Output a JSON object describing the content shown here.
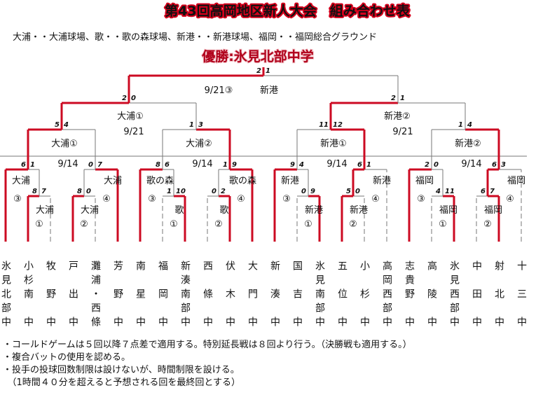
{
  "title": "第43回高岡地区新人大会　組み合わせ表",
  "venue_legend": "大浦・・大浦球場、歌・・歌の森球場、新港・・新港球場、福岡・・福岡総合グラウンド",
  "champion": "優勝:氷見北部中学",
  "colors": {
    "winner": "#cc0a22",
    "line": "#777777"
  },
  "teams": [
    "氷見北部中",
    "小杉南　中",
    "牧　野　中",
    "戸　出　中",
    "灘浦・西條",
    "芳　野　中",
    "南　星　中",
    "福　岡　中",
    "新湊南部中",
    "西　條　中",
    "伏　木　中",
    "大　門　中",
    "新　湊　中",
    "国　吉　中",
    "氷見南部中",
    "五　位　中",
    "小　杉　中",
    "高岡西部中",
    "志貴野　中",
    "高　陵　中",
    "氷見西部中",
    "中　田　中",
    "射　北　中",
    "十　三　中"
  ],
  "groups": [
    {
      "date": "9/14",
      "qf": {
        "label": "大浦①",
        "scores": [
          "5",
          "4"
        ]
      },
      "r2a": {
        "label": "大浦",
        "num": "③",
        "scores": [
          "6",
          "1"
        ]
      },
      "r2b": {
        "label": "大浦",
        "num": "④",
        "scores": [
          "0",
          "7"
        ]
      },
      "r1a": {
        "label": "大浦",
        "num": "①",
        "scores": [
          "8",
          "7"
        ]
      },
      "r1b": {
        "label": "大浦",
        "num": "②",
        "scores": [
          "8",
          "0"
        ]
      }
    },
    {
      "date": "9/14",
      "qf": {
        "label": "大浦②",
        "scores": [
          "1",
          "3"
        ]
      },
      "r2a": {
        "label": "歌の森",
        "num": "③",
        "scores": [
          "8",
          "6"
        ]
      },
      "r2b": {
        "label": "歌の森",
        "num": "④",
        "scores": [
          "1",
          "9"
        ]
      },
      "r1a": {
        "label": "歌",
        "num": "①",
        "scores": [
          "1",
          "10"
        ]
      },
      "r1b": {
        "label": "歌",
        "num": "②",
        "scores": [
          "0",
          "2"
        ]
      }
    },
    {
      "date": "9/14",
      "qf": {
        "label": "新港①",
        "scores": [
          "11",
          "12"
        ]
      },
      "r2a": {
        "label": "新港",
        "num": "③",
        "scores": [
          "9",
          "4"
        ]
      },
      "r2b": {
        "label": "新港",
        "num": "④",
        "scores": [
          "6",
          "1"
        ]
      },
      "r1a": {
        "label": "新港",
        "num": "①",
        "scores": [
          "0",
          "9"
        ]
      },
      "r1b": {
        "label": "新港",
        "num": "②",
        "scores": [
          "5",
          "0"
        ]
      }
    },
    {
      "date": "9/14",
      "qf": {
        "label": "新港②",
        "scores": [
          "1",
          "4"
        ]
      },
      "r2a": {
        "label": "福岡",
        "num": "③",
        "scores": [
          "2",
          "0"
        ]
      },
      "r2b": {
        "label": "福岡",
        "num": "④",
        "scores": [
          "6",
          "3"
        ]
      },
      "r1a": {
        "label": "福岡",
        "num": "①",
        "scores": [
          "4",
          "11"
        ]
      },
      "r1b": {
        "label": "福岡",
        "num": "②",
        "scores": [
          "6",
          "7"
        ]
      }
    }
  ],
  "semis": [
    {
      "label": "大浦①",
      "date": "9/21",
      "scores": [
        "2",
        "0"
      ]
    },
    {
      "label": "新港②",
      "date": "9/21",
      "scores": [
        "2",
        "1"
      ]
    }
  ],
  "final": {
    "date": "9/21③",
    "venue": "新港",
    "scores": [
      "2",
      "1"
    ]
  },
  "notes": [
    "・コールドゲームは５回以降７点差で適用する。特別延長戦は８回より行う。（決勝戦も適用する。）",
    "・複合バットの使用を認める。",
    "・投手の投球回数制限は設けないが、時間制限を設ける。",
    "　（1時間４０分を超えると予想される回を最終回とする）"
  ]
}
